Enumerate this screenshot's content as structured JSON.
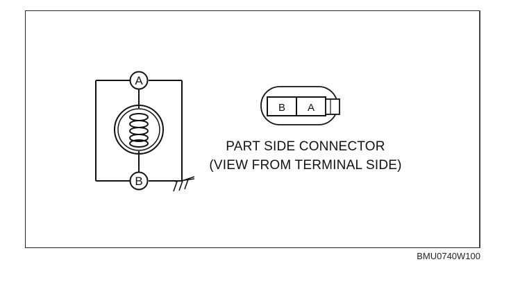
{
  "diagram": {
    "terminal_top": "A",
    "terminal_bottom": "B",
    "connector_terminals": [
      "B",
      "A"
    ],
    "caption_line1": "PART SIDE CONNECTOR",
    "caption_line2": "(VIEW FROM TERMINAL SIDE)",
    "figure_code": "BMU0740W100"
  }
}
